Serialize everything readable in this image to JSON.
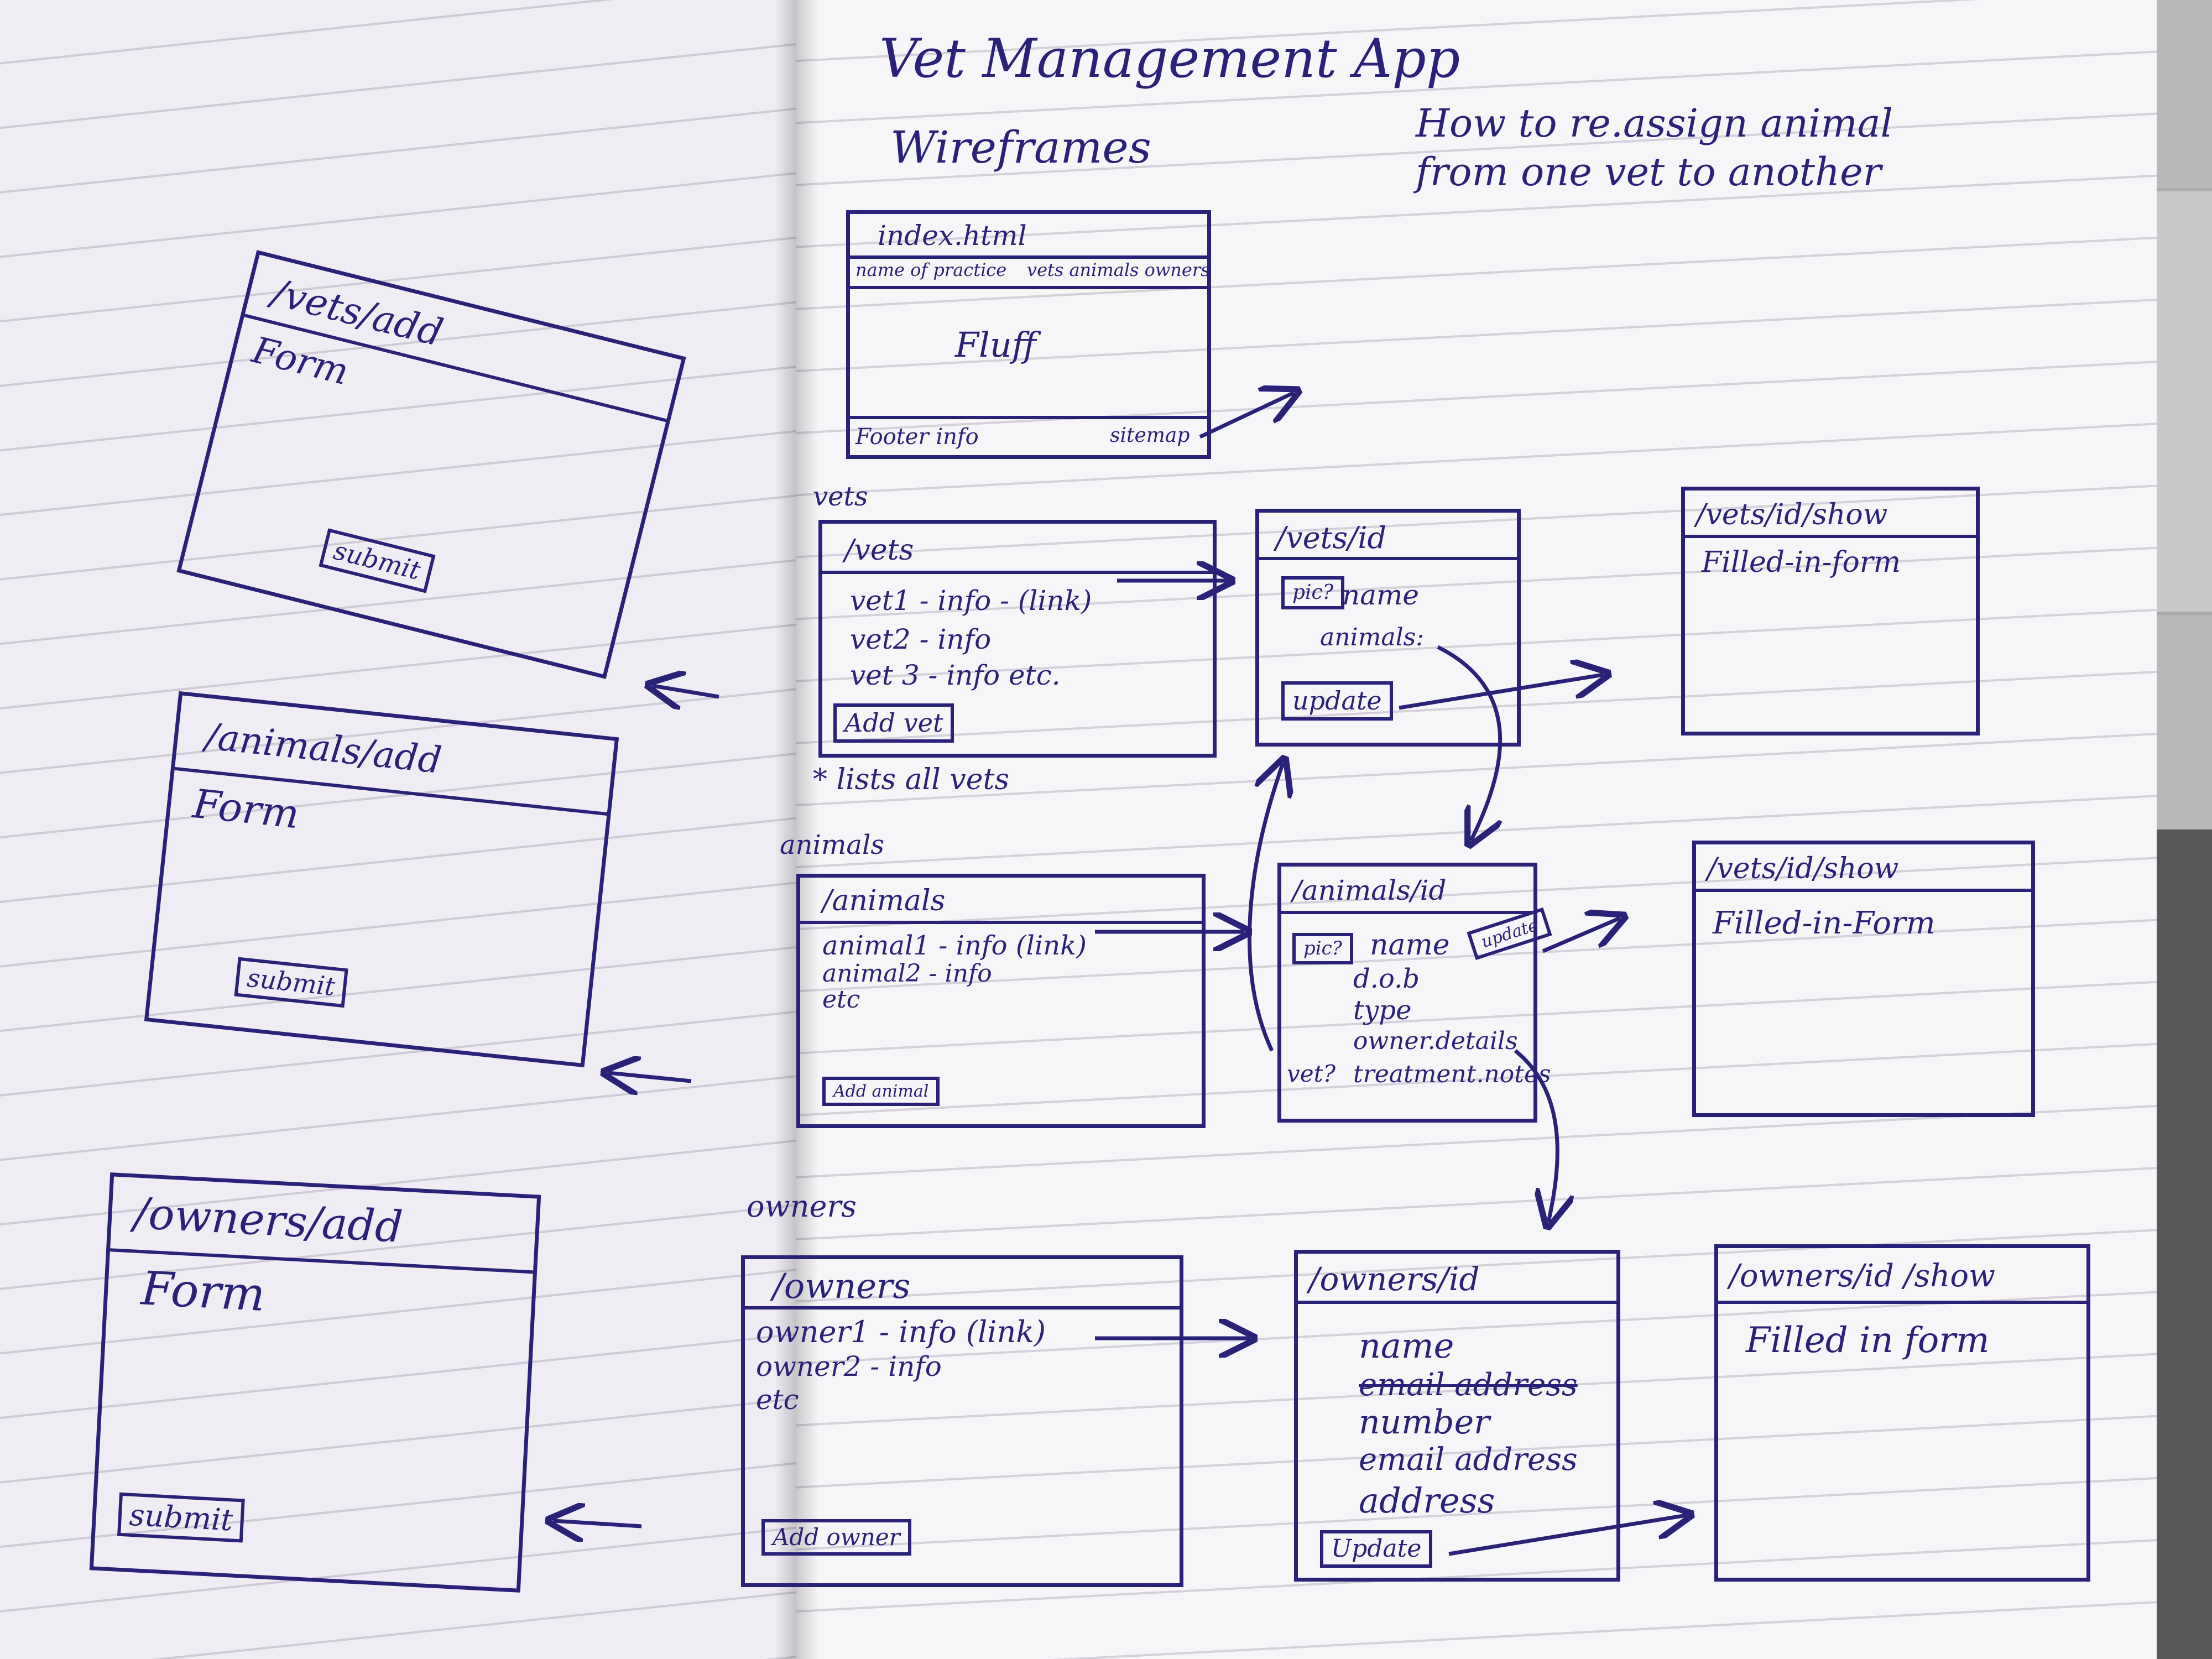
{
  "title": "Vet Management App",
  "subtitle": "Wireframes",
  "note": "How to re.assign animal from one vet to another",
  "index_box": {
    "route": "index.html",
    "nav_left": "name of practice",
    "nav_right": "vets animals owners",
    "body": "Fluff",
    "footer_left": "Footer info",
    "footer_right": "sitemap"
  },
  "sections": {
    "vets": "vets",
    "animals": "animals",
    "owners": "owners"
  },
  "vets_list": {
    "route": "/vets",
    "items": [
      "vet1 - info - (link)",
      "vet2 - info",
      "vet 3 - info etc."
    ],
    "button": "Add vet",
    "note": "* lists all vets"
  },
  "vets_add": {
    "route": "/vets/add",
    "body": "Form",
    "button": "submit"
  },
  "vet_id": {
    "route": "/vets/id",
    "pic": "pic?",
    "fields": [
      "name",
      "animals:"
    ],
    "button": "update"
  },
  "vet_show": {
    "route": "/vets/id/show",
    "body": "Filled-in-form"
  },
  "animals_list": {
    "route": "/animals",
    "items": [
      "animal1 - info (link)",
      "animal2 - info",
      "etc"
    ],
    "button": "Add animal"
  },
  "animals_add": {
    "route": "/animals/add",
    "body": "Form",
    "button": "submit"
  },
  "animal_id": {
    "route": "/animals/id",
    "pic": "pic?",
    "fields": [
      "name",
      "d.o.b",
      "type",
      "owner.details",
      "treatment.notes"
    ],
    "side_label": "vet?",
    "button": "update"
  },
  "animal_show": {
    "route": "/vets/id/show",
    "body": "Filled-in-Form"
  },
  "owners_list": {
    "route": "/owners",
    "items": [
      "owner1 - info (link)",
      "owner2 - info",
      "etc"
    ],
    "button": "Add owner"
  },
  "owners_add": {
    "route": "/owners/add",
    "body": "Form",
    "button": "submit"
  },
  "owner_id": {
    "route": "/owners/id",
    "fields": [
      "name",
      "email address",
      "number",
      "email address",
      "address"
    ],
    "button": "Update"
  },
  "owner_show": {
    "route": "/owners/id /show",
    "body": "Filled in form"
  },
  "colors": {
    "ink": "#2a2278",
    "paper": "#f6f5f8",
    "rule": "#d4d1db"
  }
}
